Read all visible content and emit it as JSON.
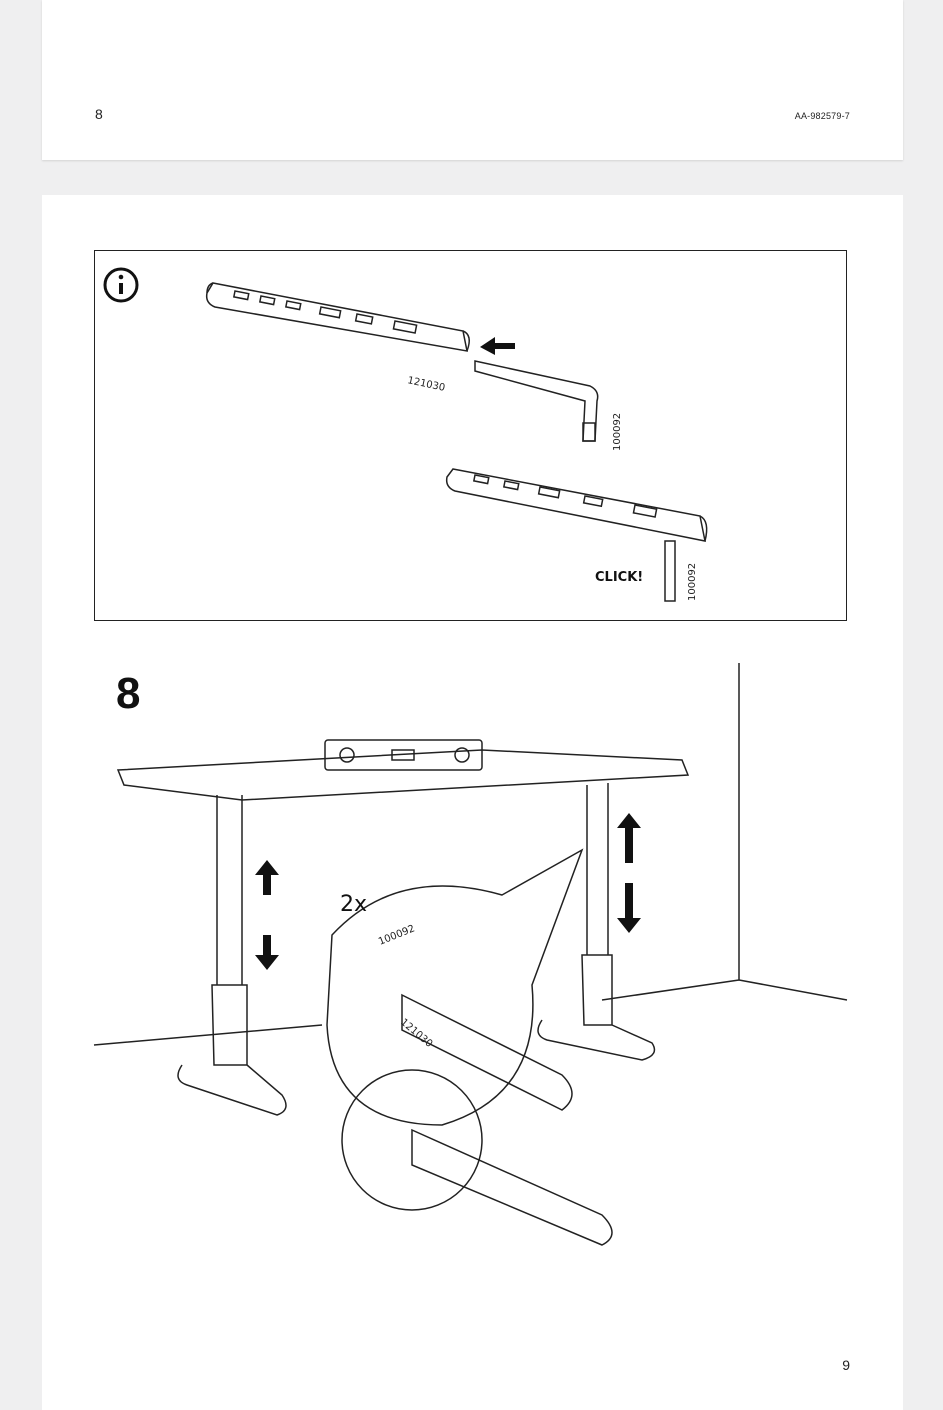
{
  "page_top": {
    "page_number": "8",
    "document_id": "AA-982579-7"
  },
  "page_bottom": {
    "page_number": "9",
    "info_box": {
      "icon": "info-icon",
      "part_label_rail": "121030",
      "part_label_key": "100092",
      "part_label_key_assembled": "100092",
      "click_text": "CLICK!"
    },
    "step": {
      "number": "8",
      "quantity": "2x",
      "detail_part_key": "100092",
      "detail_part_rail": "121030"
    }
  }
}
